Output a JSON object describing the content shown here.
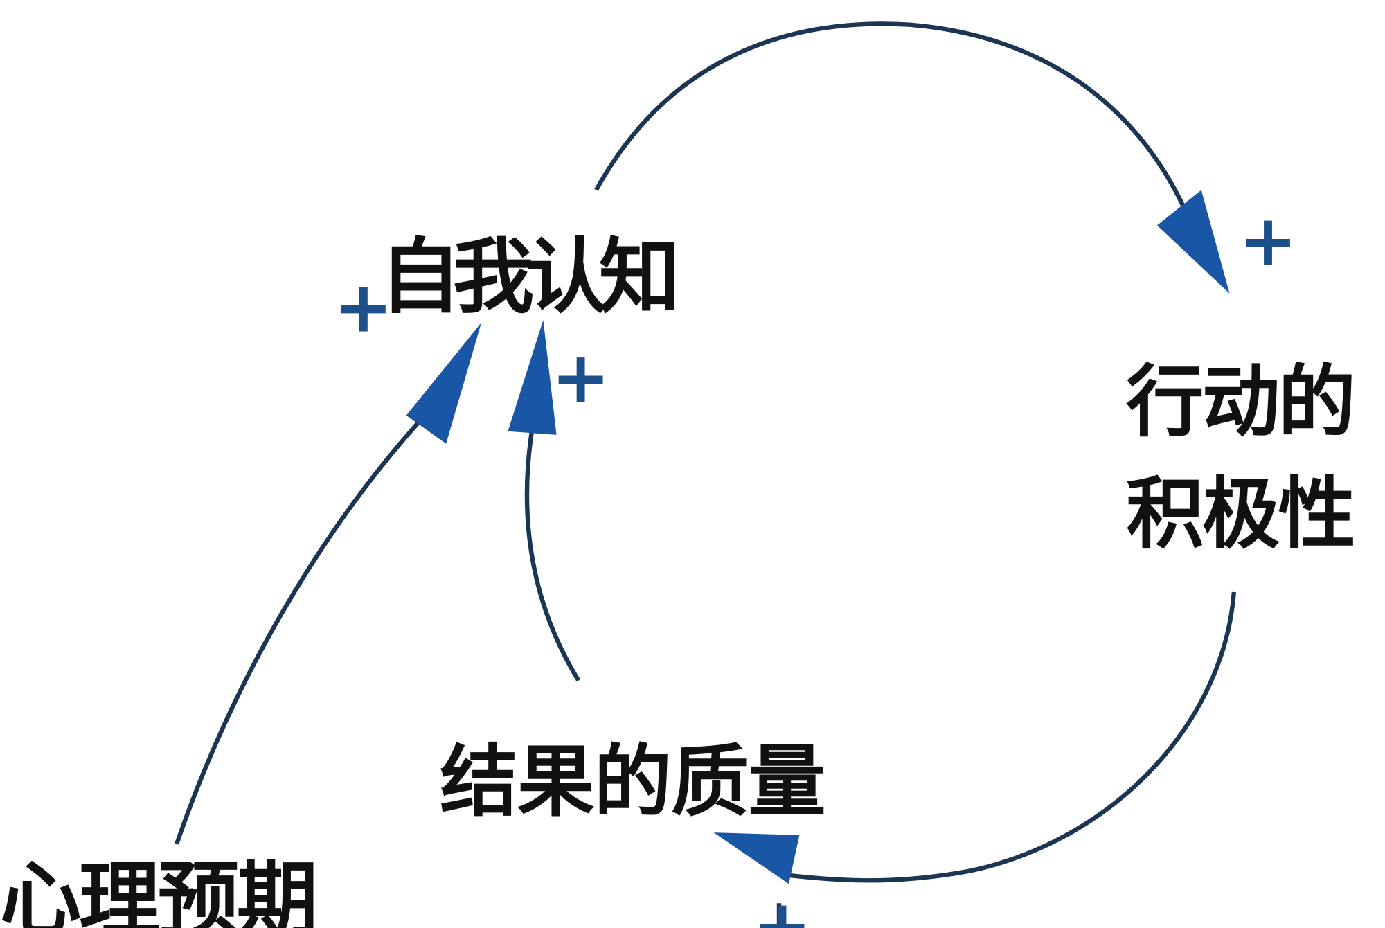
{
  "nodes": {
    "self_cognition": "自我认知",
    "action_line1": "行动的",
    "action_line2": "积极性",
    "result_quality": "结果的质量",
    "expectation": "心理预期"
  },
  "polarities": {
    "expectation_to_self": "+",
    "result_to_self": "+",
    "self_to_action": "+",
    "action_to_result": "+"
  },
  "colors": {
    "line": "#1b3553",
    "arrowhead": "#1a56a6",
    "plus": "#1d4f8a",
    "text": "#111111"
  }
}
